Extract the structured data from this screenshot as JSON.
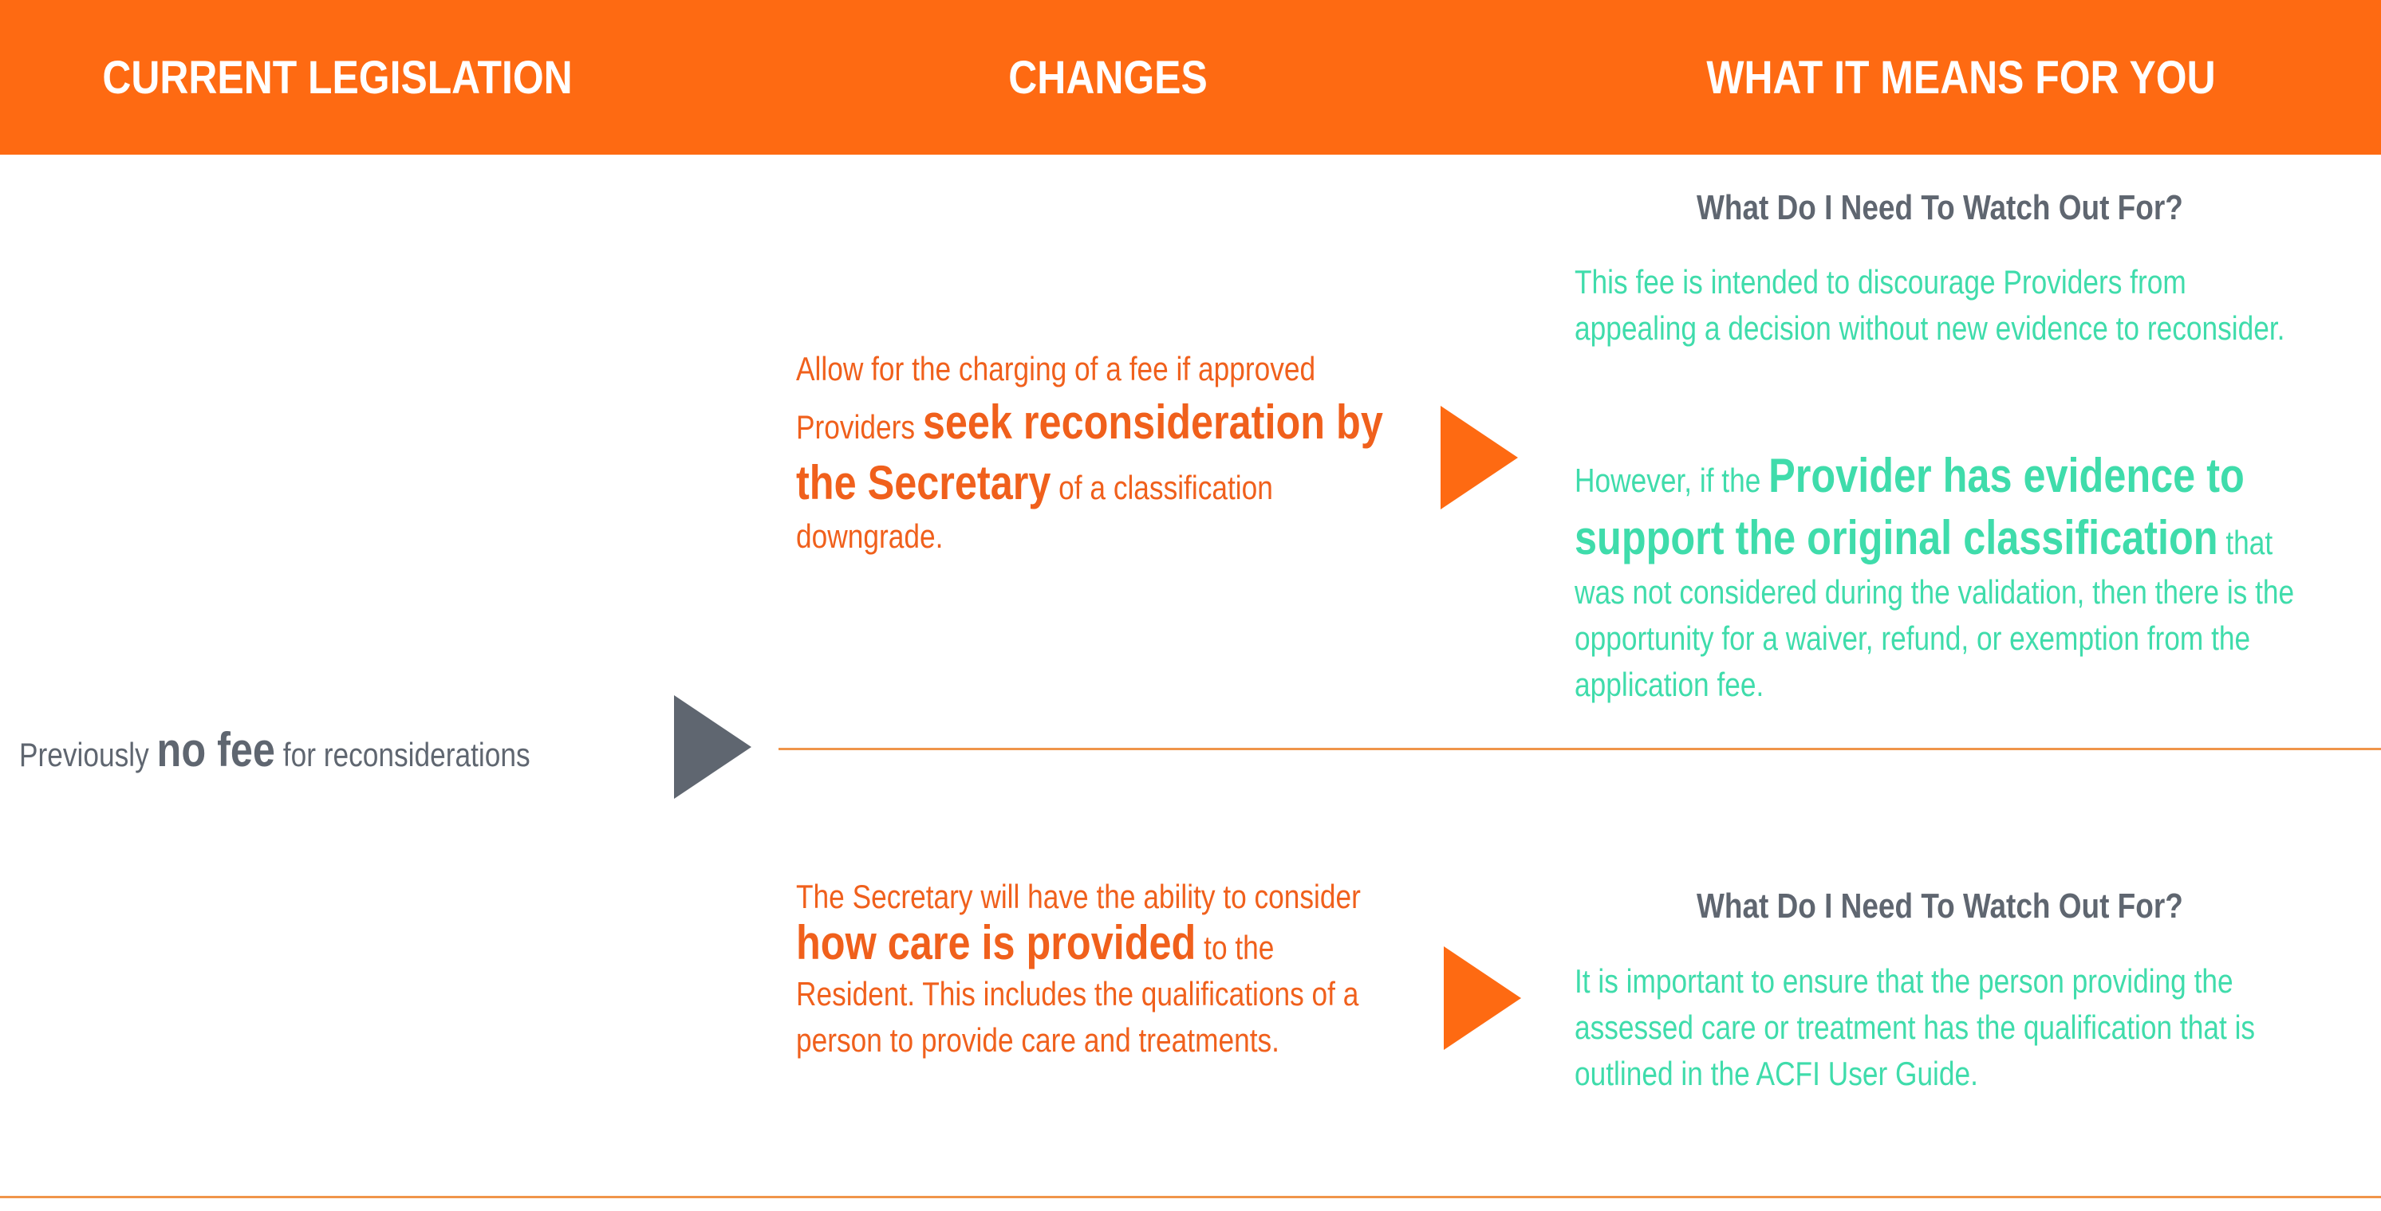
{
  "colors": {
    "header_bg": "#fe6a12",
    "accent_orange": "#f0601c",
    "teal": "#3fdcab",
    "grey": "#5f6670",
    "rule": "#f0954a"
  },
  "header": {
    "col1": "CURRENT LEGISLATION",
    "col2": "CHANGES",
    "col3": "WHAT IT MEANS FOR YOU"
  },
  "legislation": {
    "pre": "Previously ",
    "emphasis": "no fee",
    "post": " for reconsiderations"
  },
  "change1": {
    "pre": "Allow for the charging of a fee if approved Providers ",
    "emphasis": "seek reconsideration by the Secretary",
    "post": " of a classification downgrade."
  },
  "change2": {
    "pre": "The Secretary will have the ability to consider ",
    "emphasis": "how care is provided",
    "post": " to the Resident. This includes the qualifications of a person to provide care and treatments."
  },
  "means1": {
    "heading": "What Do I Need To Watch Out For?",
    "para1": "This fee is intended to discourage Providers from appealing a decision without new evidence to reconsider.",
    "para2_pre": "However, if the ",
    "para2_emphasis": "Provider has evidence to support the original classification",
    "para2_post": " that was not considered during the validation, then there is the opportunity for a waiver, refund, or exemption from the application fee."
  },
  "means2": {
    "heading": "What Do I Need To Watch Out For?",
    "para": "It is important to ensure that the person providing the assessed care or treatment has the qualification that is outlined in the ACFI User Guide."
  },
  "icons": {
    "arrow_grey": "triangle-right-icon",
    "arrow_orange": "triangle-right-icon"
  }
}
